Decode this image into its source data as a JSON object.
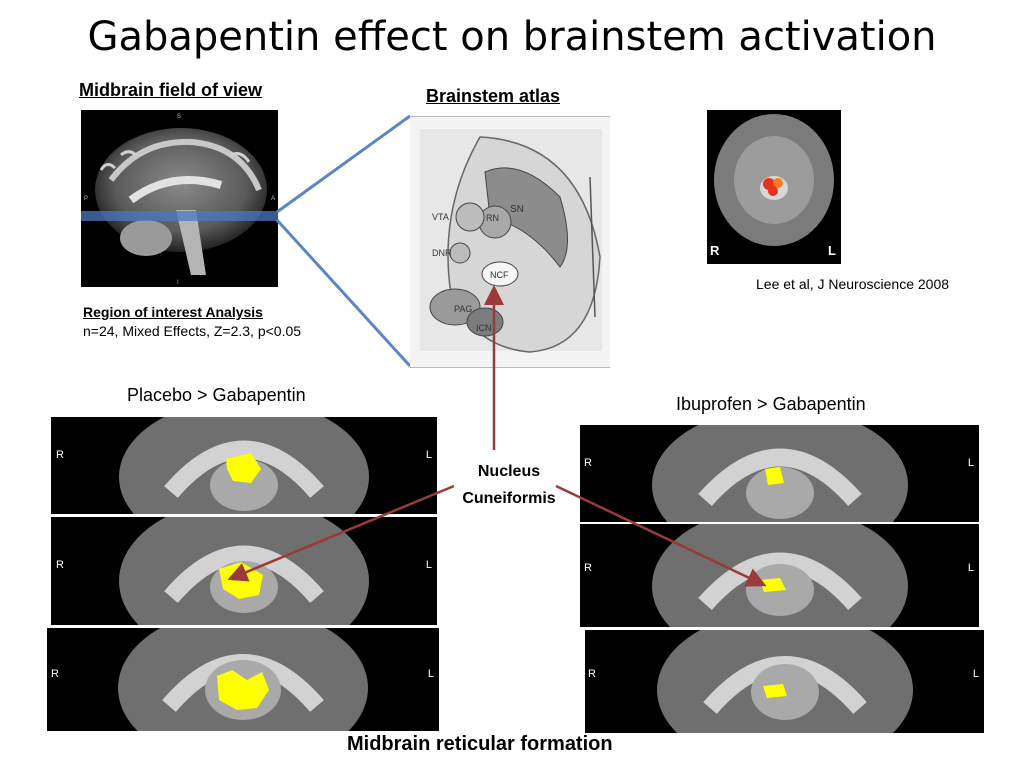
{
  "title": "Gabapentin effect on brainstem activation",
  "midbrain_fov_label": "Midbrain field of view",
  "atlas_label": "Brainstem atlas",
  "roi": {
    "heading": "Region of interest Analysis",
    "stats": "n=24, Mixed Effects, Z=2.3, p<0.05"
  },
  "citation": "Lee et al, J Neuroscience 2008",
  "axial_inset": {
    "r": "R",
    "l": "L"
  },
  "atlas_labels": {
    "sn": "SN",
    "vta": "VTA",
    "rn": "RN",
    "dnr": "DNR",
    "ncf": "NCF",
    "pag": "PAG",
    "icn": "ICN"
  },
  "sagittal_labels": {
    "s": "S",
    "a": "A",
    "i": "I",
    "p": "P"
  },
  "left_column_label": "Placebo > Gabapentin",
  "right_column_label": "Ibuprofen > Gabapentin",
  "nucleus_label": [
    "Nucleus",
    "Cuneiformis"
  ],
  "bottom_label": "Midbrain reticular formation",
  "panel_side": {
    "r": "R",
    "l": "L"
  },
  "colors": {
    "highlight": "#ffff00",
    "arrow": "#9b3a3a",
    "fov_line": "#5b86c6",
    "activation_red": "#e8321e"
  }
}
